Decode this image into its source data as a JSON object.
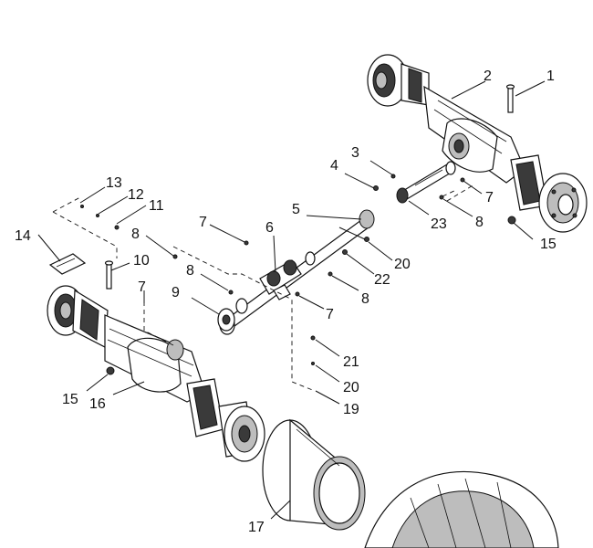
{
  "diagram": {
    "callouts": [
      {
        "id": "c1",
        "text": "1"
      },
      {
        "id": "c2",
        "text": "2"
      },
      {
        "id": "c3",
        "text": "3"
      },
      {
        "id": "c4",
        "text": "4"
      },
      {
        "id": "c5",
        "text": "5"
      },
      {
        "id": "c6",
        "text": "6"
      },
      {
        "id": "c7a",
        "text": "7"
      },
      {
        "id": "c7b",
        "text": "7"
      },
      {
        "id": "c7c",
        "text": "7"
      },
      {
        "id": "c7d",
        "text": "7"
      },
      {
        "id": "c8a",
        "text": "8"
      },
      {
        "id": "c8b",
        "text": "8"
      },
      {
        "id": "c8c",
        "text": "8"
      },
      {
        "id": "c8d",
        "text": "8"
      },
      {
        "id": "c9",
        "text": "9"
      },
      {
        "id": "c10",
        "text": "10"
      },
      {
        "id": "c11",
        "text": "11"
      },
      {
        "id": "c12",
        "text": "12"
      },
      {
        "id": "c13",
        "text": "13"
      },
      {
        "id": "c14",
        "text": "14"
      },
      {
        "id": "c15a",
        "text": "15"
      },
      {
        "id": "c15b",
        "text": "15"
      },
      {
        "id": "c16",
        "text": "16"
      },
      {
        "id": "c17",
        "text": "17"
      },
      {
        "id": "c19",
        "text": "19"
      },
      {
        "id": "c20a",
        "text": "20"
      },
      {
        "id": "c20b",
        "text": "20"
      },
      {
        "id": "c21",
        "text": "21"
      },
      {
        "id": "c22",
        "text": "22"
      },
      {
        "id": "c23",
        "text": "23"
      }
    ]
  }
}
